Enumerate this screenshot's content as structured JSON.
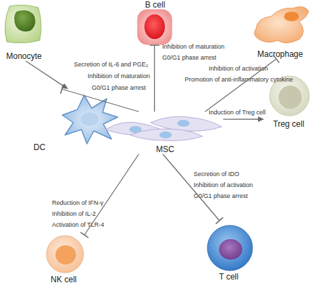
{
  "diagram": {
    "nodes": [
      {
        "text": [
          "Monocyte"
        ]
      },
      {
        "text": [
          "B cell"
        ]
      },
      {
        "text": [
          "Macrophage"
        ]
      },
      {
        "text": [
          "DC"
        ]
      },
      {
        "text": [
          "MSC"
        ]
      },
      {
        "text": [
          "Treg cell"
        ]
      },
      {
        "text": [
          "NK cell"
        ]
      },
      {
        "text": [
          "T cell"
        ]
      }
    ],
    "edges": [
      {
        "from": 0,
        "to": 3,
        "arrow": "to"
      },
      {
        "from": 4,
        "to": 3,
        "arrow": "to"
      },
      {
        "from": 4,
        "to": 1,
        "arrow": "to"
      },
      {
        "from": 4,
        "to": 2,
        "arrow": "to"
      },
      {
        "from": 4,
        "to": 5,
        "arrow": "to"
      },
      {
        "from": 4,
        "to": 6,
        "arrow": "to"
      },
      {
        "from": 4,
        "to": 7,
        "arrow": "to"
      }
    ],
    "labels": [
      "Secretion of IL-6 and PGE₂",
      "Inhibition of maturation",
      "G0/G1 phase arrest",
      "Inhibition of maturation",
      "G0/G1 phase arrest",
      "Inhibition of activation",
      "Promotion of anti-inflammatory cytokine",
      "Induction of Treg cell",
      "Reduction of IFN-γ",
      "Inhibition of IL-2",
      "Activation of TLR-4",
      "Secretion of IDO",
      "Inhibition of activation",
      "G0/G1 phase arrest"
    ]
  }
}
